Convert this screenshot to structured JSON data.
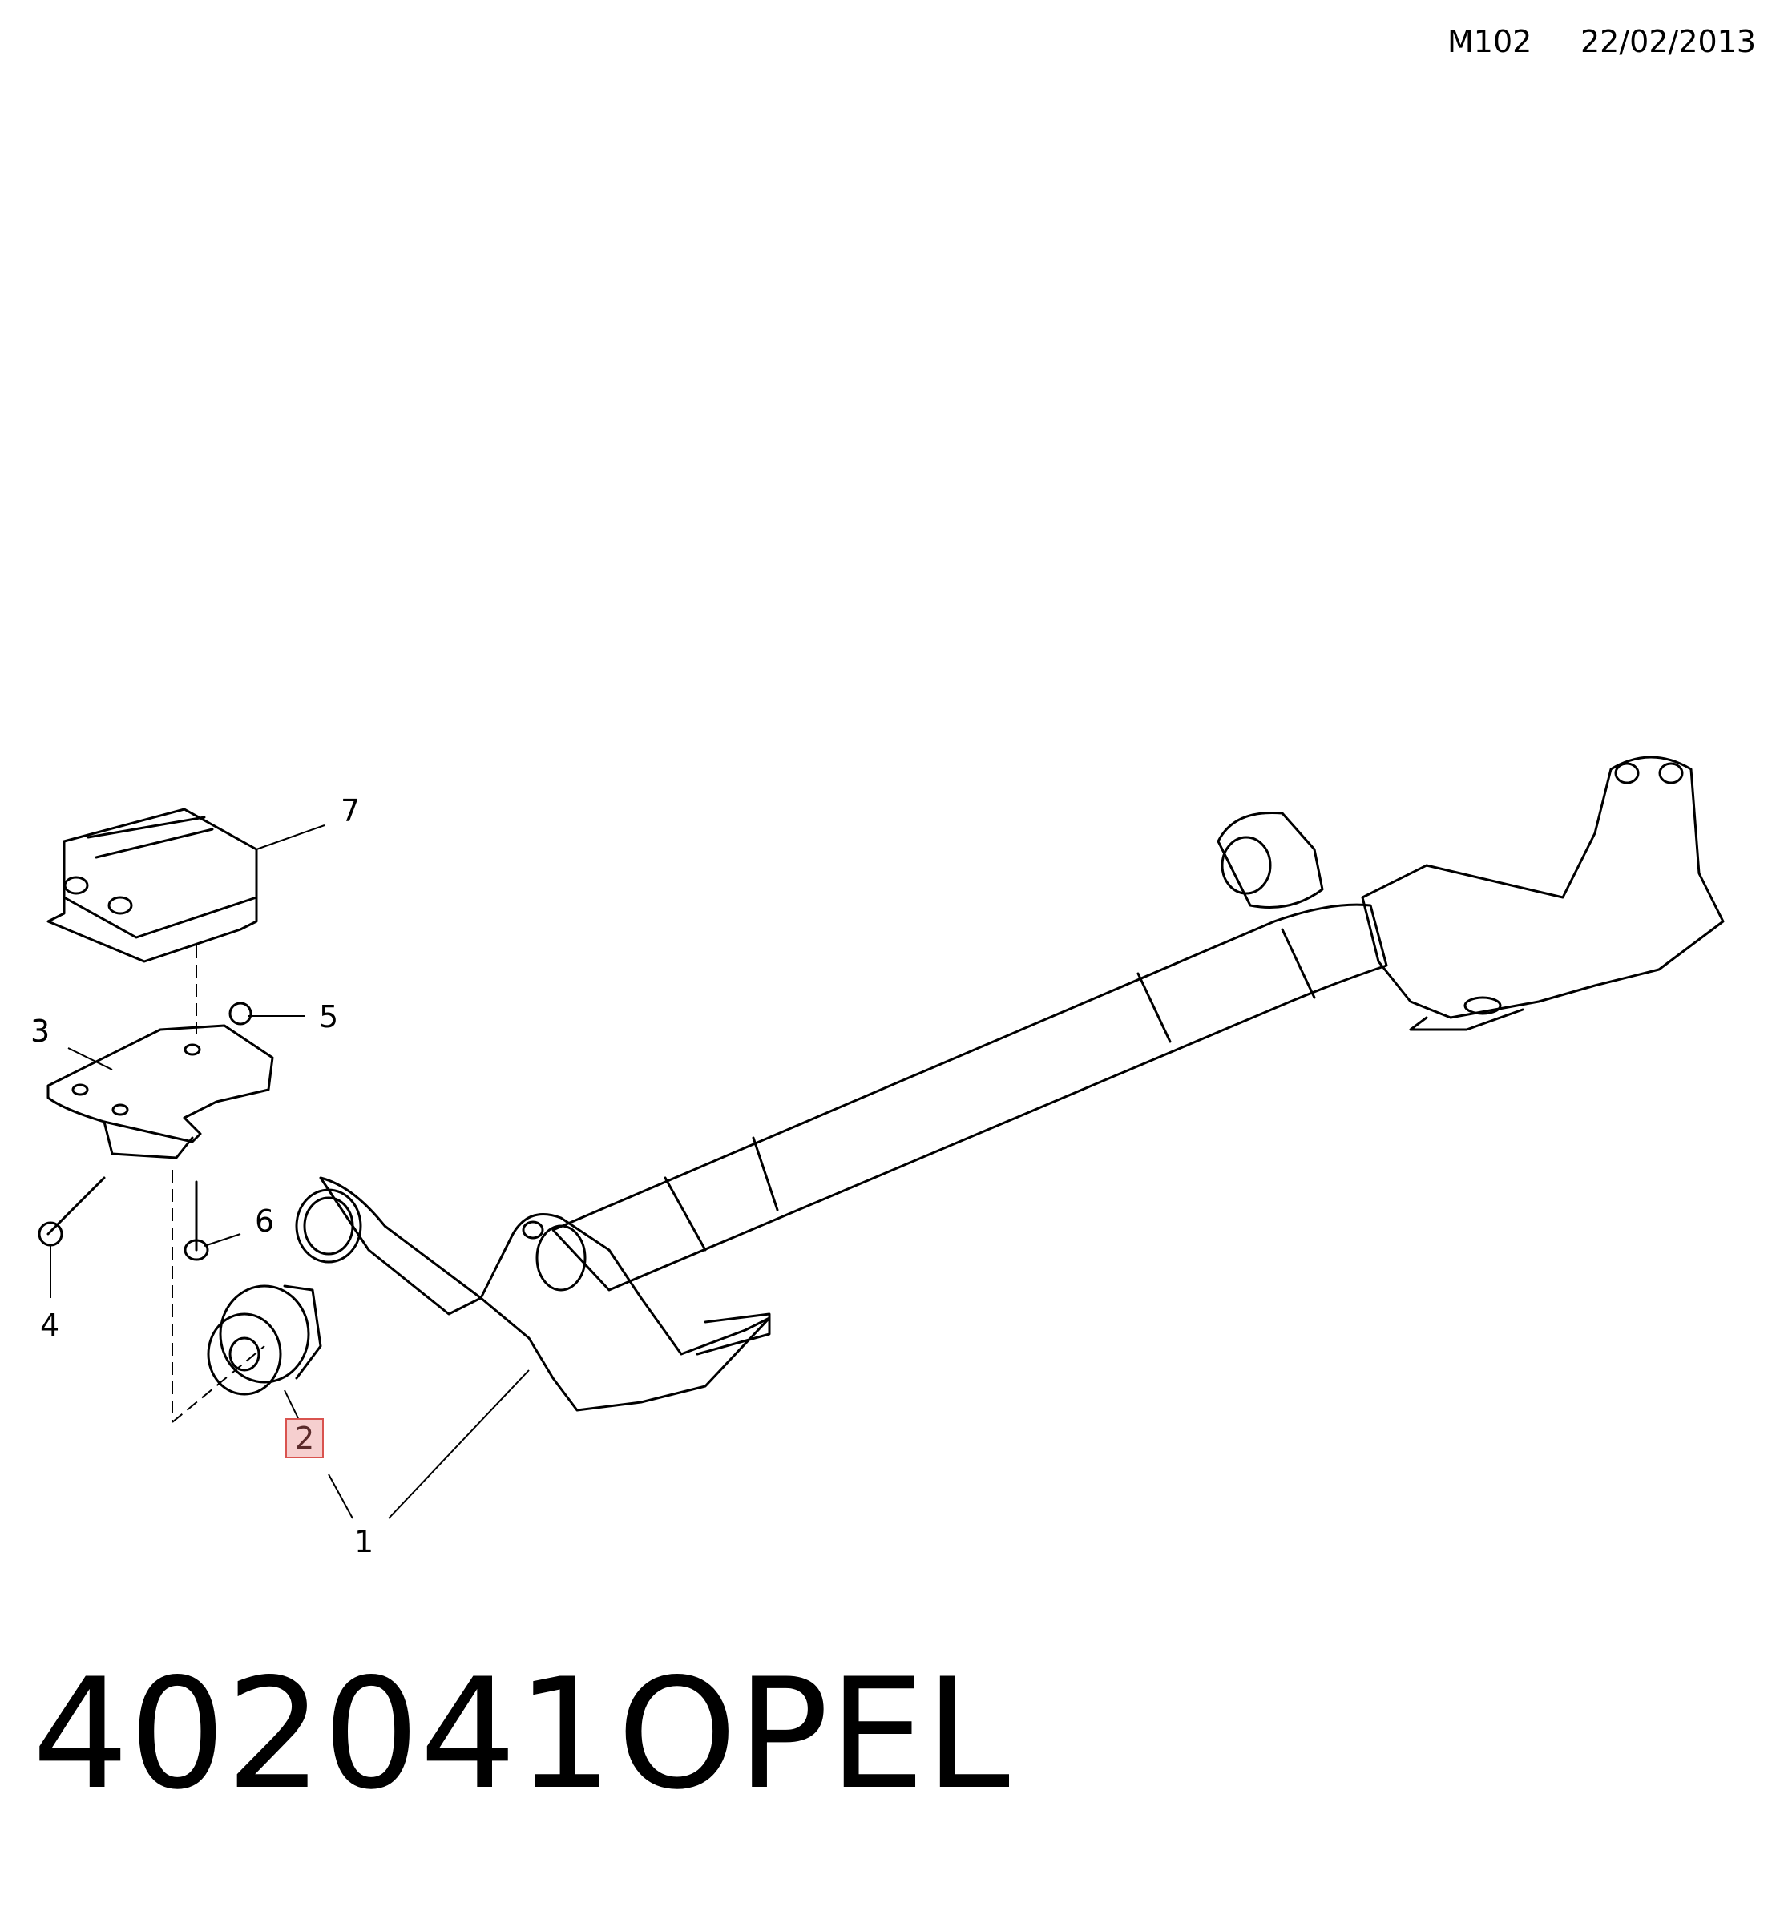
{
  "header": {
    "model_code": "M102",
    "date": "22/02/2013"
  },
  "callouts": [
    {
      "id": "1",
      "label": "1",
      "highlighted": false
    },
    {
      "id": "2",
      "label": "2",
      "highlighted": true
    },
    {
      "id": "3",
      "label": "3",
      "highlighted": false
    },
    {
      "id": "4",
      "label": "4",
      "highlighted": false
    },
    {
      "id": "5",
      "label": "5",
      "highlighted": false
    },
    {
      "id": "6",
      "label": "6",
      "highlighted": false
    },
    {
      "id": "7",
      "label": "7",
      "highlighted": false
    }
  ],
  "footer": {
    "part_number": "402041",
    "brand": "OPEL"
  },
  "colors": {
    "highlight_fill": "#f6cfcf",
    "highlight_border": "#d9534f",
    "line": "#000000"
  }
}
